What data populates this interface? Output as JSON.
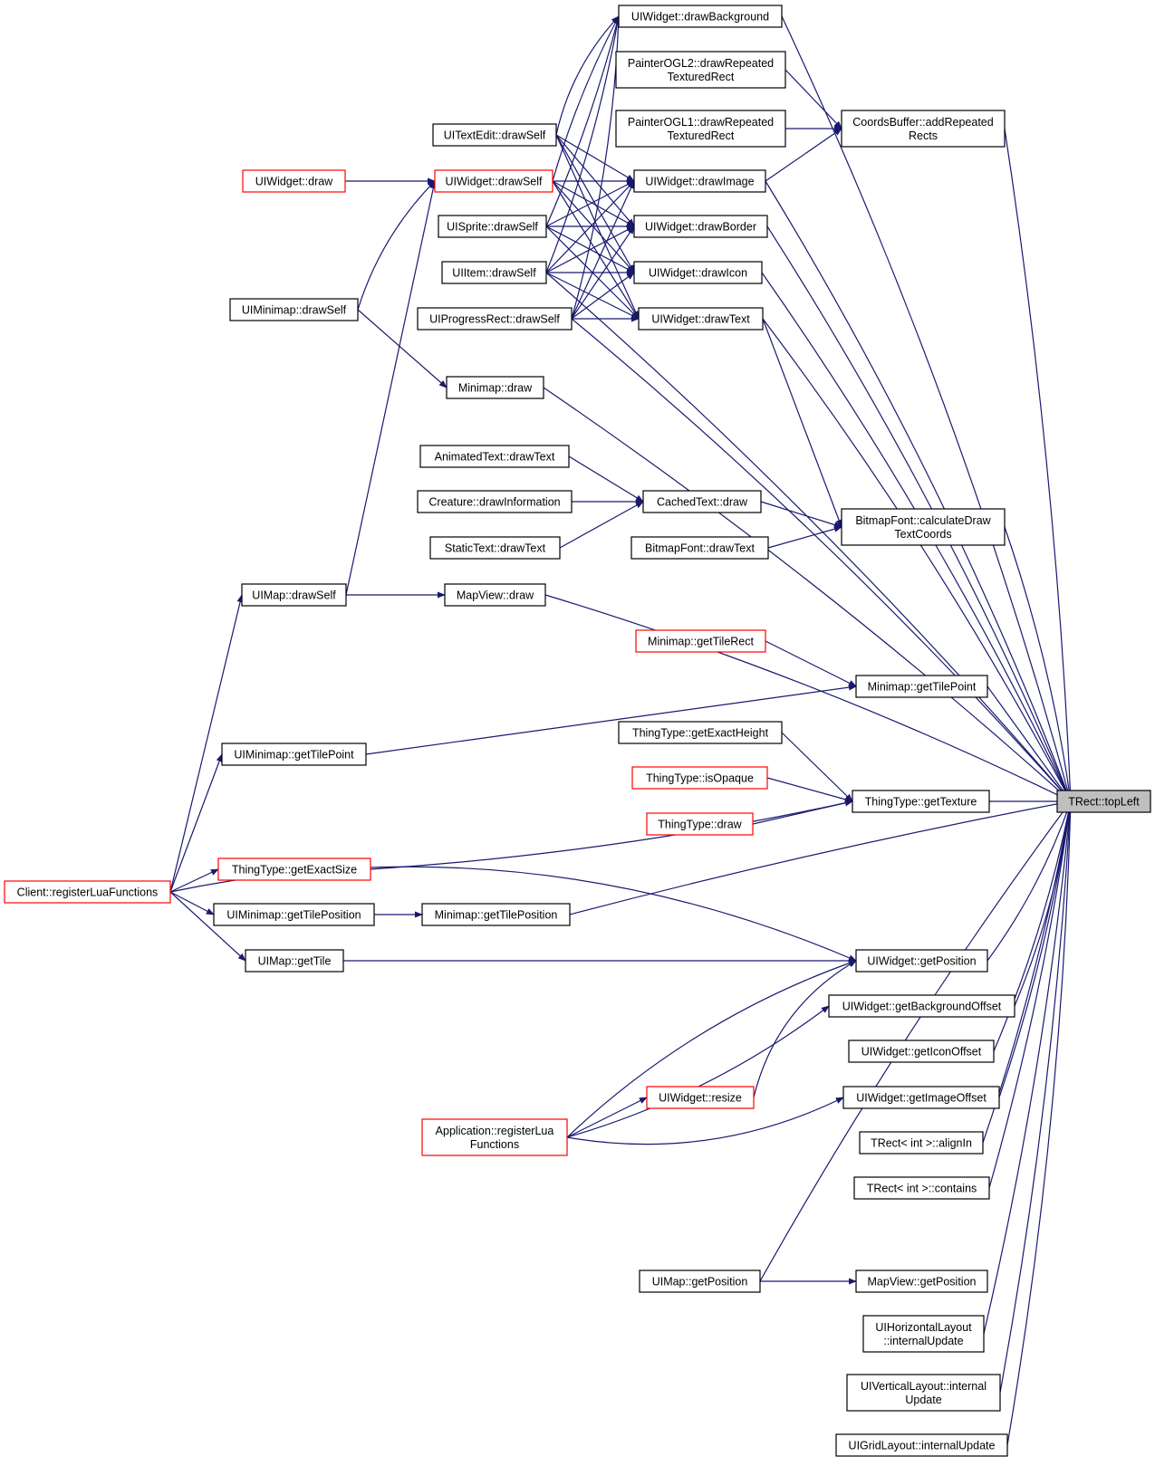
{
  "graph": {
    "title": "",
    "nodes": [
      {
        "id": "n_drawBackground",
        "lines": [
          "UIWidget::drawBackground"
        ],
        "style": "normal"
      },
      {
        "id": "n_ogl2",
        "lines": [
          "PainterOGL2::drawRepeated",
          "TexturedRect"
        ],
        "style": "normal"
      },
      {
        "id": "n_ogl1",
        "lines": [
          "PainterOGL1::drawRepeated",
          "TexturedRect"
        ],
        "style": "normal"
      },
      {
        "id": "n_coords",
        "lines": [
          "CoordsBuffer::addRepeated",
          "Rects"
        ],
        "style": "normal"
      },
      {
        "id": "n_textEditDraw",
        "lines": [
          "UITextEdit::drawSelf"
        ],
        "style": "normal"
      },
      {
        "id": "n_widgetDraw",
        "lines": [
          "UIWidget::draw"
        ],
        "style": "red"
      },
      {
        "id": "n_widgetDrawSelf",
        "lines": [
          "UIWidget::drawSelf"
        ],
        "style": "red"
      },
      {
        "id": "n_drawImage",
        "lines": [
          "UIWidget::drawImage"
        ],
        "style": "normal"
      },
      {
        "id": "n_spriteDraw",
        "lines": [
          "UISprite::drawSelf"
        ],
        "style": "normal"
      },
      {
        "id": "n_drawBorder",
        "lines": [
          "UIWidget::drawBorder"
        ],
        "style": "normal"
      },
      {
        "id": "n_itemDraw",
        "lines": [
          "UIItem::drawSelf"
        ],
        "style": "normal"
      },
      {
        "id": "n_drawIcon",
        "lines": [
          "UIWidget::drawIcon"
        ],
        "style": "normal"
      },
      {
        "id": "n_minimapDrawSelf",
        "lines": [
          "UIMinimap::drawSelf"
        ],
        "style": "normal"
      },
      {
        "id": "n_progressDraw",
        "lines": [
          "UIProgressRect::drawSelf"
        ],
        "style": "normal"
      },
      {
        "id": "n_drawText",
        "lines": [
          "UIWidget::drawText"
        ],
        "style": "normal"
      },
      {
        "id": "n_minimapDraw",
        "lines": [
          "Minimap::draw"
        ],
        "style": "normal"
      },
      {
        "id": "n_animText",
        "lines": [
          "AnimatedText::drawText"
        ],
        "style": "normal"
      },
      {
        "id": "n_creatureInfo",
        "lines": [
          "Creature::drawInformation"
        ],
        "style": "normal"
      },
      {
        "id": "n_cachedText",
        "lines": [
          "CachedText::draw"
        ],
        "style": "normal"
      },
      {
        "id": "n_bitmapCalc",
        "lines": [
          "BitmapFont::calculateDraw",
          "TextCoords"
        ],
        "style": "normal"
      },
      {
        "id": "n_staticText",
        "lines": [
          "StaticText::drawText"
        ],
        "style": "normal"
      },
      {
        "id": "n_bitmapDrawText",
        "lines": [
          "BitmapFont::drawText"
        ],
        "style": "normal"
      },
      {
        "id": "n_uimapDrawSelf",
        "lines": [
          "UIMap::drawSelf"
        ],
        "style": "normal"
      },
      {
        "id": "n_mapViewDraw",
        "lines": [
          "MapView::draw"
        ],
        "style": "normal"
      },
      {
        "id": "n_minimapTileRect",
        "lines": [
          "Minimap::getTileRect"
        ],
        "style": "red"
      },
      {
        "id": "n_minimapTilePoint",
        "lines": [
          "Minimap::getTilePoint"
        ],
        "style": "normal"
      },
      {
        "id": "n_uiminimapTilePoint",
        "lines": [
          "UIMinimap::getTilePoint"
        ],
        "style": "normal"
      },
      {
        "id": "n_exactHeight",
        "lines": [
          "ThingType::getExactHeight"
        ],
        "style": "normal"
      },
      {
        "id": "n_isOpaque",
        "lines": [
          "ThingType::isOpaque"
        ],
        "style": "red"
      },
      {
        "id": "n_getTexture",
        "lines": [
          "ThingType::getTexture"
        ],
        "style": "normal"
      },
      {
        "id": "n_topLeft",
        "lines": [
          "TRect::topLeft"
        ],
        "style": "gray"
      },
      {
        "id": "n_thingDraw",
        "lines": [
          "ThingType::draw"
        ],
        "style": "red"
      },
      {
        "id": "n_exactSize",
        "lines": [
          "ThingType::getExactSize"
        ],
        "style": "red"
      },
      {
        "id": "n_clientReg",
        "lines": [
          "Client::registerLuaFunctions"
        ],
        "style": "red"
      },
      {
        "id": "n_uiminimapTilePos",
        "lines": [
          "UIMinimap::getTilePosition"
        ],
        "style": "normal"
      },
      {
        "id": "n_minimapTilePos",
        "lines": [
          "Minimap::getTilePosition"
        ],
        "style": "normal"
      },
      {
        "id": "n_uimapGetTile",
        "lines": [
          "UIMap::getTile"
        ],
        "style": "normal"
      },
      {
        "id": "n_widgetGetPos",
        "lines": [
          "UIWidget::getPosition"
        ],
        "style": "normal"
      },
      {
        "id": "n_bgOffset",
        "lines": [
          "UIWidget::getBackgroundOffset"
        ],
        "style": "normal"
      },
      {
        "id": "n_iconOffset",
        "lines": [
          "UIWidget::getIconOffset"
        ],
        "style": "normal"
      },
      {
        "id": "n_resize",
        "lines": [
          "UIWidget::resize"
        ],
        "style": "red"
      },
      {
        "id": "n_imageOffset",
        "lines": [
          "UIWidget::getImageOffset"
        ],
        "style": "normal"
      },
      {
        "id": "n_appReg",
        "lines": [
          "Application::registerLua",
          "Functions"
        ],
        "style": "red"
      },
      {
        "id": "n_alignIn",
        "lines": [
          "TRect< int >::alignIn"
        ],
        "style": "normal"
      },
      {
        "id": "n_contains",
        "lines": [
          "TRect< int >::contains"
        ],
        "style": "normal"
      },
      {
        "id": "n_uimapGetPos",
        "lines": [
          "UIMap::getPosition"
        ],
        "style": "normal"
      },
      {
        "id": "n_mapViewGetPos",
        "lines": [
          "MapView::getPosition"
        ],
        "style": "normal"
      },
      {
        "id": "n_hLayout",
        "lines": [
          "UIHorizontalLayout",
          "::internalUpdate"
        ],
        "style": "normal"
      },
      {
        "id": "n_vLayout",
        "lines": [
          "UIVerticalLayout::internal",
          "Update"
        ],
        "style": "normal"
      },
      {
        "id": "n_gridLayout",
        "lines": [
          "UIGridLayout::internalUpdate"
        ],
        "style": "normal"
      }
    ]
  },
  "colors": {
    "edge": "#191970",
    "node_border": "#000000",
    "node_border_highlight": "#ff0000",
    "focus_fill": "#bfbfbf",
    "background": "#ffffff"
  }
}
